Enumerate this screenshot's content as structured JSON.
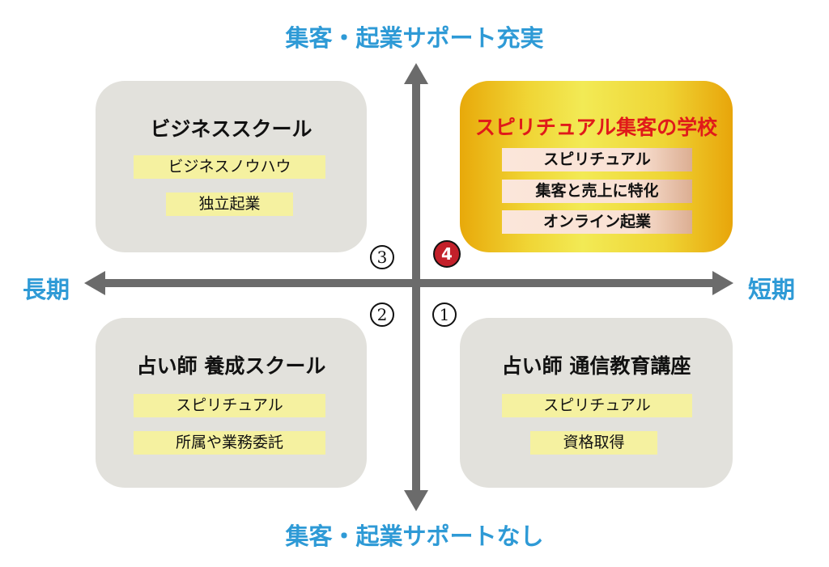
{
  "axes": {
    "top": "集客・起業サポート充実",
    "bottom": "集客・起業サポートなし",
    "left": "長期",
    "right": "短期"
  },
  "quadrants": {
    "top_left": {
      "number": "3",
      "title": "ビジネススクール",
      "tags": [
        "ビジネスノウハウ",
        "独立起業"
      ]
    },
    "top_right": {
      "number": "4",
      "title": "スピリチュアル集客の学校",
      "tags": [
        "スピリチュアル",
        "集客と売上に特化",
        "オンライン起業"
      ]
    },
    "bottom_left": {
      "number": "2",
      "title": "占い師 養成スクール",
      "tags": [
        "スピリチュアル",
        "所属や業務委託"
      ]
    },
    "bottom_right": {
      "number": "1",
      "title": "占い師 通信教育講座",
      "tags": [
        "スピリチュアル",
        "資格取得"
      ]
    }
  },
  "colors": {
    "axis_label": "#2e9ad6",
    "axis": "#6b6b6b",
    "highlight_title": "#e01a1a",
    "badge": "#c3202a"
  }
}
